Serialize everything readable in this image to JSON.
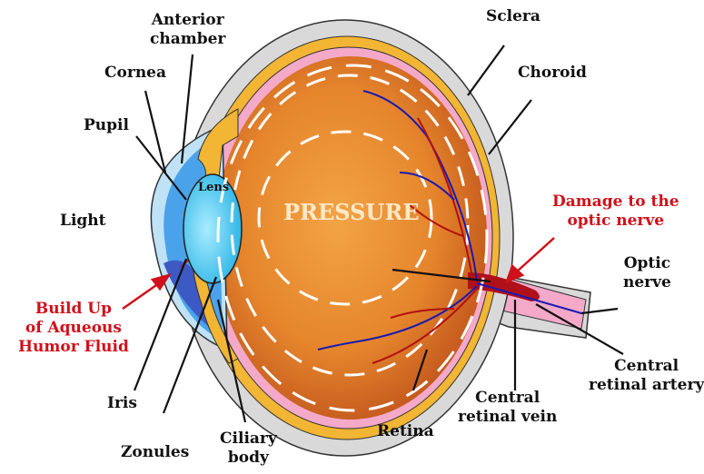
{
  "labels": {
    "anterior_chamber": [
      "Anterior",
      "chamber"
    ],
    "sclera": "Sclera",
    "cornea": "Cornea",
    "choroid": "Choroid",
    "pupil": "Pupil",
    "lens": "Lens",
    "light": "Light",
    "pressure": "PRESSURE",
    "damage": [
      "Damage to the",
      "optic nerve"
    ],
    "optic_nerve": [
      "Optic",
      "nerve"
    ],
    "build_up": [
      "Build Up",
      "of Aqueous",
      "Humor Fluid"
    ],
    "central_retinal_artery": [
      "Central",
      "retinal artery"
    ],
    "central_retinal_vein": [
      "Central",
      "retinal vein"
    ],
    "iris": "Iris",
    "retina": "Retina",
    "zonules": "Zonules",
    "ciliary_body": [
      "Ciliary",
      "body"
    ]
  },
  "colors": {
    "sclera": "#d9d9d9",
    "choroid": "#f2b534",
    "retina": "#f4a9c8",
    "interior": "#e98a2e",
    "cornea": "#4aa3ea",
    "lens": "#5cd0f0",
    "annotation_red": "#d0101a",
    "vein": "#1a1ab0",
    "artery": "#b01010"
  }
}
